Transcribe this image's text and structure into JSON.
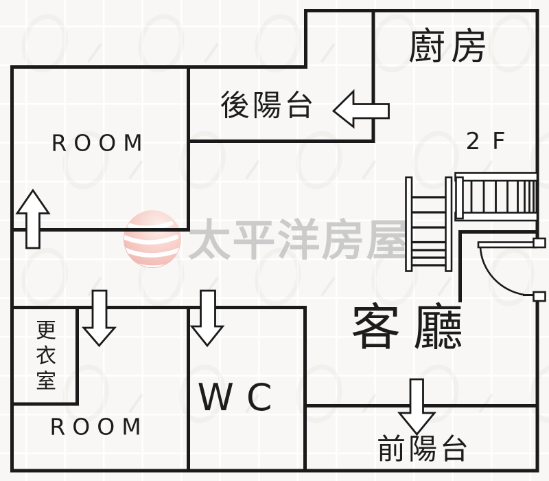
{
  "floor_plan": {
    "floor_label": "2 F",
    "rooms": {
      "kitchen": "廚房",
      "back_balcony": "後陽台",
      "room_top_left": "ROOM",
      "living_room": "客廳",
      "dressing_room": "更衣室",
      "room_bottom_left": "ROOM",
      "toilet": "WC",
      "front_balcony": "前陽台"
    }
  },
  "watermark": {
    "brand_text": "太平洋房屋"
  },
  "colors": {
    "wall": "#1a1a1a",
    "watermark_text": "#c9c9c9",
    "logo_pink": "#f0a8a2",
    "background": "#f8f7f5"
  }
}
